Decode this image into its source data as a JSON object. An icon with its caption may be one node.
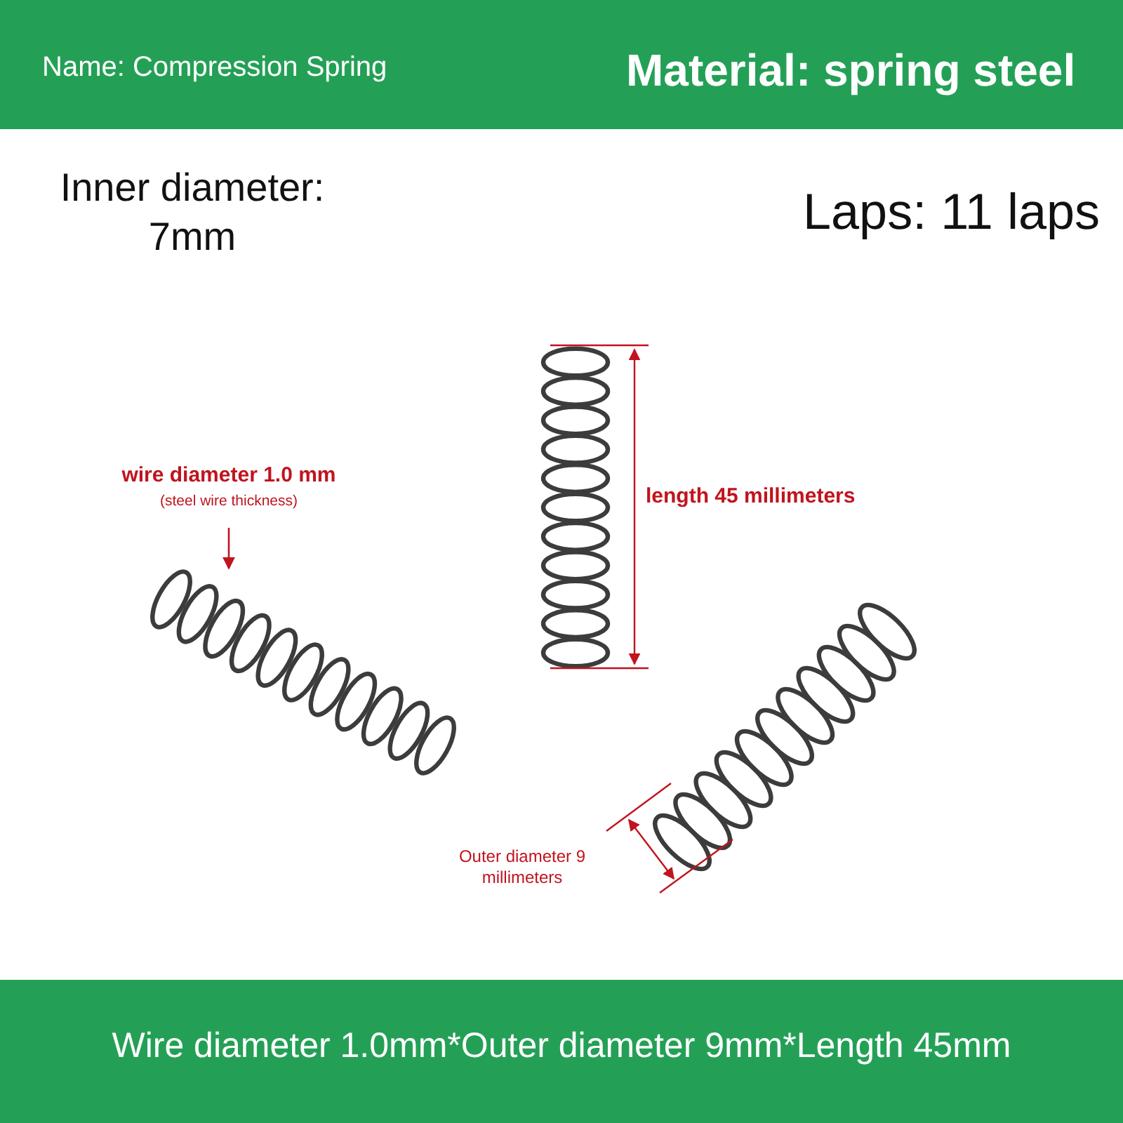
{
  "diagram": {
    "nodes": [
      {
        "text": [
          "wire diameter 1.0 mm",
          "(steel wire thickness)"
        ]
      },
      {
        "text": [],
        "shape": "picture"
      }
    ],
    "edges": [
      {
        "from": 0,
        "to": 1,
        "arrow": "to"
      }
    ],
    "labels": [
      "Name: Compression Spring",
      "Material: spring steel",
      "Inner diameter: 7mm",
      "Laps: 11 laps",
      "length 45 millimeters",
      "Outer diameter 9 millimeters",
      "Wire diameter 1.0mm*Outer diameter 9mm*Length 45mm"
    ]
  }
}
